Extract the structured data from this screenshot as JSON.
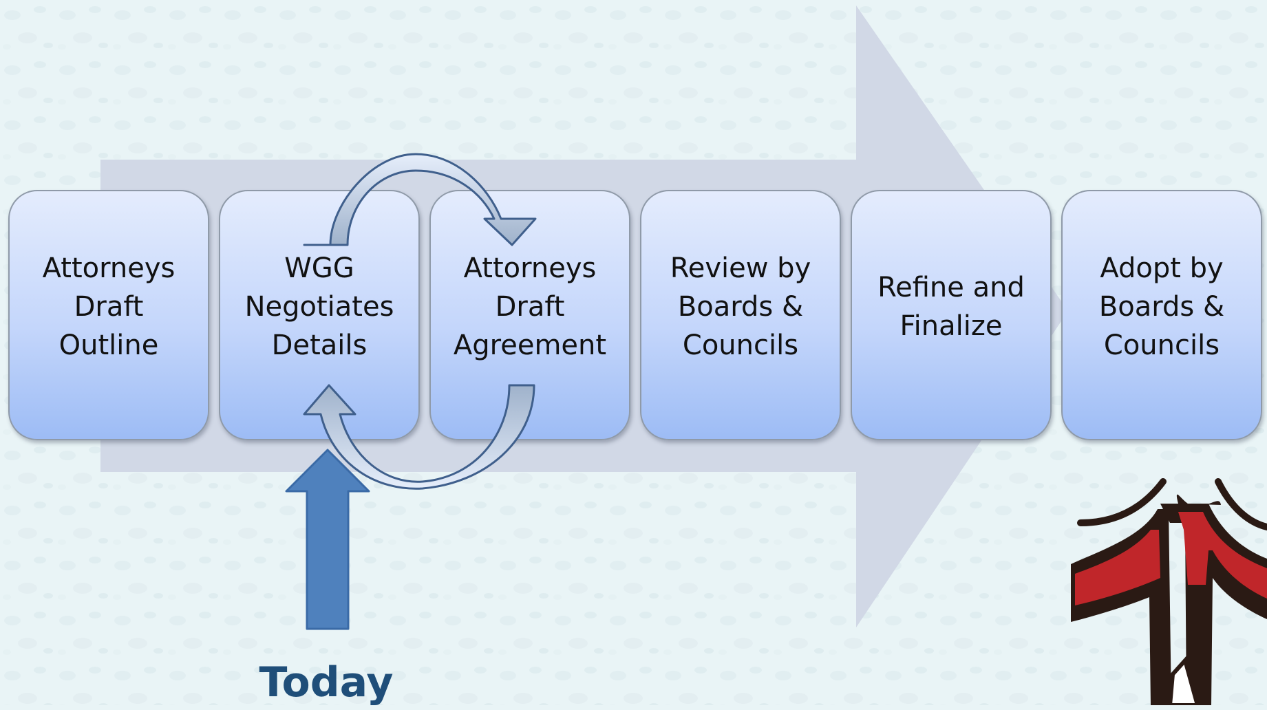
{
  "diagram": {
    "steps": [
      {
        "label": "Attorneys\nDraft\nOutline"
      },
      {
        "label": "WGG\nNegotiates\nDetails"
      },
      {
        "label": "Attorneys\nDraft\nAgreement"
      },
      {
        "label": "Review by\nBoards &\nCouncils"
      },
      {
        "label": "Refine and\nFinalize"
      },
      {
        "label": "Adopt by\nBoards &\nCouncils"
      }
    ],
    "marker": {
      "label": "Today"
    },
    "colors": {
      "background": "#e9f4f6",
      "big_arrow": "#d1d8e6",
      "box_top": "#e4ecfd",
      "box_bottom": "#9dbcf5",
      "today_arrow": "#4f81bd",
      "today_text": "#1f4e79",
      "cycle_arrow_stroke": "#3f5f8c",
      "logo_red": "#c0262a",
      "logo_dark": "#2a1a14"
    },
    "icons": {
      "cycle": "circular-arrows-icon",
      "marker": "up-arrow-icon",
      "logo": "tribal-emblem-icon"
    }
  }
}
